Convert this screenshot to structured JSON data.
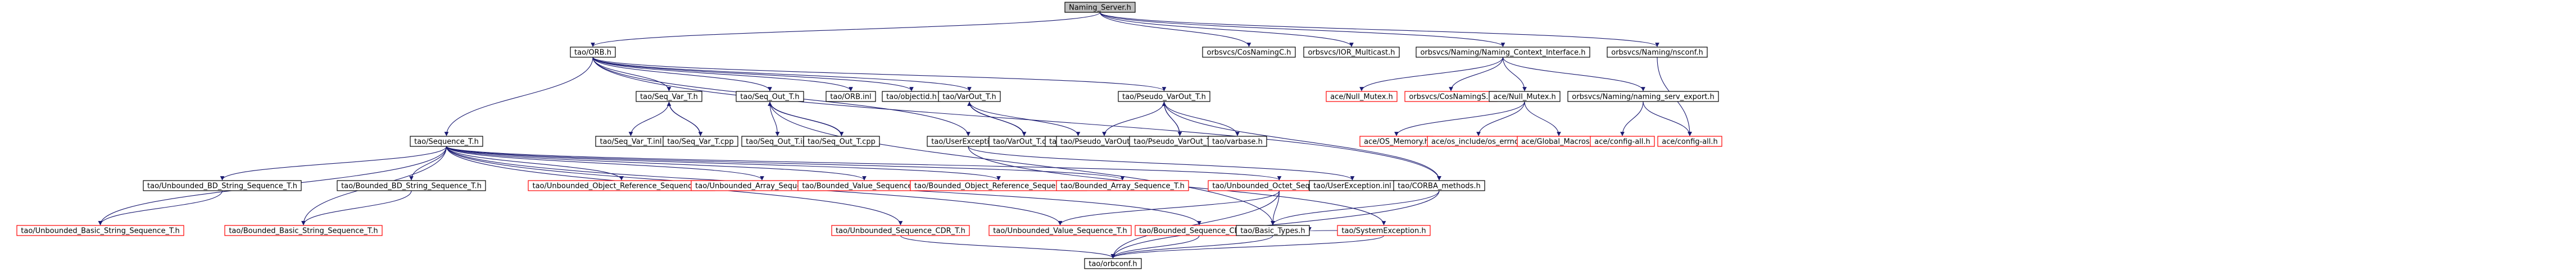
{
  "colors": {
    "root_fill": "#bfbfbf",
    "root_border": "#000000",
    "documented_border": "#000000",
    "missing_border": "#ff0000",
    "edge": "#191970",
    "text": "#000000",
    "background": "#ffffff"
  },
  "nodes": [
    {
      "id": "root",
      "label": "Naming_Server.h",
      "kind": "root"
    },
    {
      "id": "orb",
      "label": "tao/ORB.h",
      "kind": "documented"
    },
    {
      "id": "cosnamingc",
      "label": "orbsvcs/CosNamingC.h",
      "kind": "documented"
    },
    {
      "id": "iormulticast",
      "label": "orbsvcs/IOR_Multicast.h",
      "kind": "documented"
    },
    {
      "id": "nci",
      "label": "orbsvcs/Naming/Naming_Context_Interface.h",
      "kind": "documented"
    },
    {
      "id": "namingconf",
      "label": "orbsvcs/Naming/nsconf.h",
      "kind": "documented"
    },
    {
      "id": "seqvar",
      "label": "tao/Seq_Var_T.h",
      "kind": "documented"
    },
    {
      "id": "seqout",
      "label": "tao/Seq_Out_T.h",
      "kind": "documented"
    },
    {
      "id": "orbinl",
      "label": "tao/ORB.inl",
      "kind": "documented"
    },
    {
      "id": "objectid",
      "label": "tao/objectid.h",
      "kind": "documented"
    },
    {
      "id": "varout",
      "label": "tao/VarOut_T.h",
      "kind": "documented"
    },
    {
      "id": "pseudovarout",
      "label": "tao/Pseudo_VarOut_T.h",
      "kind": "documented"
    },
    {
      "id": "acenullmutex",
      "label": "ace/Null_Mutex.h",
      "kind": "missing"
    },
    {
      "id": "cosnamings",
      "label": "orbsvcs/CosNamingS.h",
      "kind": "missing"
    },
    {
      "id": "acenullmutex2",
      "label": "ace/Null_Mutex.h",
      "kind": "documented"
    },
    {
      "id": "namingexport",
      "label": "orbsvcs/Naming/naming_serv_export.h",
      "kind": "documented"
    },
    {
      "id": "seqt",
      "label": "tao/Sequence_T.h",
      "kind": "documented"
    },
    {
      "id": "seqvarinl",
      "label": "tao/Seq_Var_T.inl",
      "kind": "documented"
    },
    {
      "id": "seqvarcpp",
      "label": "tao/Seq_Var_T.cpp",
      "kind": "documented"
    },
    {
      "id": "seqoutinl",
      "label": "tao/Seq_Out_T.inl",
      "kind": "documented"
    },
    {
      "id": "seqoutcpp",
      "label": "tao/Seq_Out_T.cpp",
      "kind": "documented"
    },
    {
      "id": "userexc",
      "label": "tao/UserException.h",
      "kind": "documented"
    },
    {
      "id": "varoutcpp",
      "label": "tao/VarOut_T.cpp",
      "kind": "documented"
    },
    {
      "id": "varoutinl",
      "label": "tao/VarOut_T.inl",
      "kind": "documented"
    },
    {
      "id": "pseudoinl",
      "label": "tao/Pseudo_VarOut_T.inl",
      "kind": "documented"
    },
    {
      "id": "pseudocpp",
      "label": "tao/Pseudo_VarOut_T.cpp",
      "kind": "documented"
    },
    {
      "id": "varbase",
      "label": "tao/varbase.h",
      "kind": "documented"
    },
    {
      "id": "osmemory",
      "label": "ace/OS_Memory.h",
      "kind": "missing"
    },
    {
      "id": "oserrno",
      "label": "ace/os_include/os_errno.h",
      "kind": "missing"
    },
    {
      "id": "globalmacros",
      "label": "ace/Global_Macros.h",
      "kind": "missing"
    },
    {
      "id": "configall1",
      "label": "ace/config-all.h",
      "kind": "missing"
    },
    {
      "id": "configall2",
      "label": "ace/config-all.h",
      "kind": "missing"
    },
    {
      "id": "unbbdstr",
      "label": "tao/Unbounded_BD_String_Sequence_T.h",
      "kind": "documented"
    },
    {
      "id": "bndbdstr",
      "label": "tao/Bounded_BD_String_Sequence_T.h",
      "kind": "documented"
    },
    {
      "id": "unbobjref",
      "label": "tao/Unbounded_Object_Reference_Sequence_T.h",
      "kind": "missing"
    },
    {
      "id": "unbarr",
      "label": "tao/Unbounded_Array_Sequence_T.h",
      "kind": "missing"
    },
    {
      "id": "bndval",
      "label": "tao/Bounded_Value_Sequence_T.h",
      "kind": "missing"
    },
    {
      "id": "bndobjref",
      "label": "tao/Bounded_Object_Reference_Sequence_T.h",
      "kind": "missing"
    },
    {
      "id": "bndarr",
      "label": "tao/Bounded_Array_Sequence_T.h",
      "kind": "missing"
    },
    {
      "id": "unboctet",
      "label": "tao/Unbounded_Octet_Sequence_T.h",
      "kind": "missing"
    },
    {
      "id": "userexcinl",
      "label": "tao/UserException.inl",
      "kind": "documented"
    },
    {
      "id": "corbamethods",
      "label": "tao/CORBA_methods.h",
      "kind": "documented"
    },
    {
      "id": "unbbasicstr",
      "label": "tao/Unbounded_Basic_String_Sequence_T.h",
      "kind": "missing"
    },
    {
      "id": "bndbasicstr",
      "label": "tao/Bounded_Basic_String_Sequence_T.h",
      "kind": "missing"
    },
    {
      "id": "sysexc",
      "label": "tao/SystemException.h",
      "kind": "missing"
    },
    {
      "id": "unbseqcdr",
      "label": "tao/Unbounded_Sequence_CDR_T.h",
      "kind": "missing"
    },
    {
      "id": "unbval",
      "label": "tao/Unbounded_Value_Sequence_T.h",
      "kind": "missing"
    },
    {
      "id": "bndseqcdr",
      "label": "tao/Bounded_Sequence_CDR_T.h",
      "kind": "missing"
    },
    {
      "id": "basictypes",
      "label": "tao/Basic_Types.h",
      "kind": "documented"
    },
    {
      "id": "orbconf",
      "label": "tao/orbconf.h",
      "kind": "documented"
    }
  ],
  "edges": [
    [
      "root",
      "orb"
    ],
    [
      "root",
      "cosnamingc"
    ],
    [
      "root",
      "iormulticast"
    ],
    [
      "root",
      "nci"
    ],
    [
      "root",
      "namingconf"
    ],
    [
      "orb",
      "seqvar"
    ],
    [
      "orb",
      "seqout"
    ],
    [
      "orb",
      "orbinl"
    ],
    [
      "orb",
      "objectid"
    ],
    [
      "orb",
      "varout"
    ],
    [
      "orb",
      "pseudovarout"
    ],
    [
      "orb",
      "seqt"
    ],
    [
      "orb",
      "userexc"
    ],
    [
      "orb",
      "corbamethods"
    ],
    [
      "nci",
      "acenullmutex"
    ],
    [
      "nci",
      "cosnamings"
    ],
    [
      "nci",
      "acenullmutex2"
    ],
    [
      "nci",
      "namingexport"
    ],
    [
      "namingconf",
      "configall2"
    ],
    [
      "acenullmutex2",
      "osmemory"
    ],
    [
      "acenullmutex2",
      "oserrno"
    ],
    [
      "acenullmutex2",
      "globalmacros"
    ],
    [
      "namingexport",
      "configall1"
    ],
    [
      "namingexport",
      "configall2"
    ],
    [
      "seqvar",
      "seqvarinl"
    ],
    [
      "seqvar",
      "seqvarcpp"
    ],
    [
      "seqvarcpp",
      "seqvar"
    ],
    [
      "seqout",
      "seqoutinl"
    ],
    [
      "seqout",
      "seqoutcpp"
    ],
    [
      "seqoutcpp",
      "seqout"
    ],
    [
      "seqout",
      "basictypes"
    ],
    [
      "varout",
      "varoutcpp"
    ],
    [
      "varout",
      "varoutinl"
    ],
    [
      "varoutcpp",
      "varout"
    ],
    [
      "pseudovarout",
      "pseudoinl"
    ],
    [
      "pseudovarout",
      "pseudocpp"
    ],
    [
      "pseudovarout",
      "varbase"
    ],
    [
      "pseudovarout",
      "corbamethods"
    ],
    [
      "pseudocpp",
      "pseudovarout"
    ],
    [
      "userexc",
      "sysexc"
    ],
    [
      "userexc",
      "userexcinl"
    ],
    [
      "corbamethods",
      "basictypes"
    ],
    [
      "corbamethods",
      "orbconf"
    ],
    [
      "seqt",
      "unbbdstr"
    ],
    [
      "seqt",
      "bndbdstr"
    ],
    [
      "seqt",
      "unbobjref"
    ],
    [
      "seqt",
      "unbarr"
    ],
    [
      "seqt",
      "bndval"
    ],
    [
      "seqt",
      "bndobjref"
    ],
    [
      "seqt",
      "bndarr"
    ],
    [
      "seqt",
      "unboctet"
    ],
    [
      "seqt",
      "unbbasicstr"
    ],
    [
      "seqt",
      "bndbasicstr"
    ],
    [
      "seqt",
      "unbseqcdr"
    ],
    [
      "seqt",
      "unbval"
    ],
    [
      "seqt",
      "bndseqcdr"
    ],
    [
      "unbbdstr",
      "unbbasicstr"
    ],
    [
      "bndbdstr",
      "bndbasicstr"
    ],
    [
      "unboctet",
      "unbval"
    ],
    [
      "unboctet",
      "basictypes"
    ],
    [
      "unboctet",
      "orbconf"
    ],
    [
      "sysexc",
      "basictypes"
    ],
    [
      "sysexc",
      "orbconf"
    ],
    [
      "unbseqcdr",
      "orbconf"
    ],
    [
      "bndseqcdr",
      "orbconf"
    ],
    [
      "basictypes",
      "orbconf"
    ]
  ]
}
